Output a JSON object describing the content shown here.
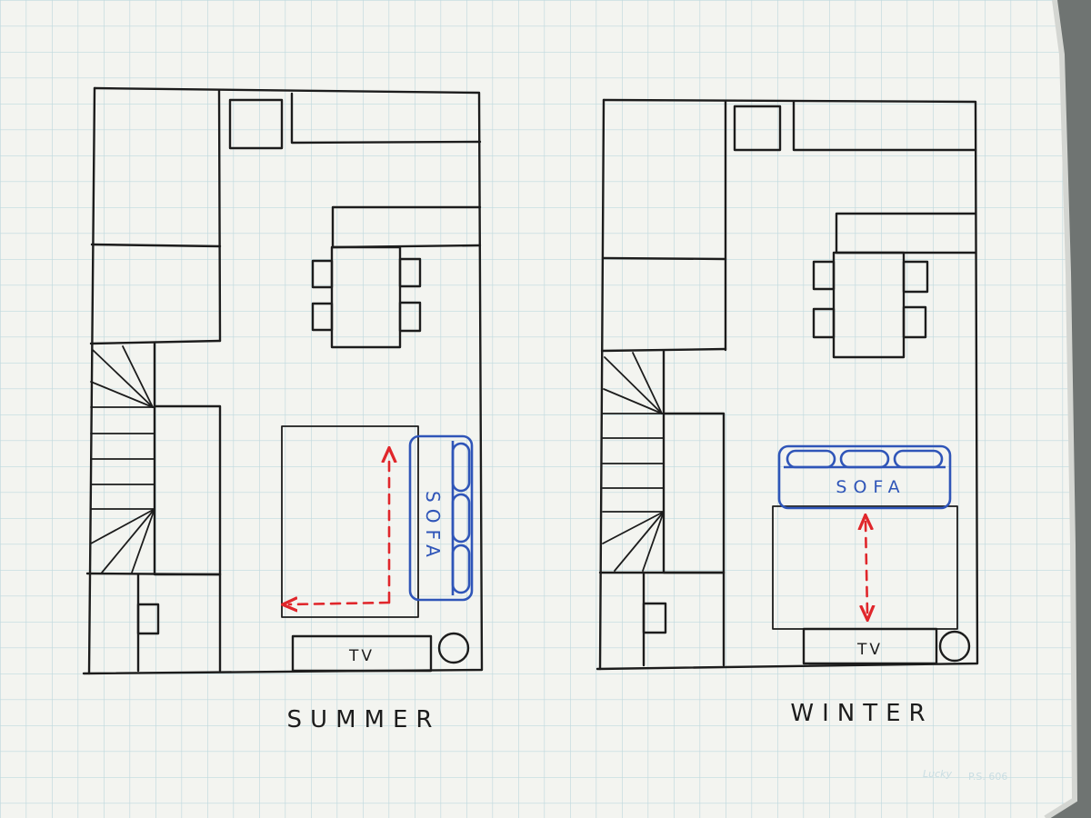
{
  "plans": [
    {
      "caption": "SUMMER",
      "sofa_label": "SOFA",
      "tv_label": "TV"
    },
    {
      "caption": "WINTER",
      "sofa_label": "SOFA",
      "tv_label": "TV"
    }
  ],
  "paper_mark": {
    "brand": "Lucky",
    "code": "P.S. 606"
  },
  "colors": {
    "paper": "#f3f4f0",
    "grid": "#bfd9de",
    "ink": "#1c1c1c",
    "sofa_ink": "#2f55b8",
    "arrow_ink": "#e0262b",
    "background": "#6f7472"
  }
}
